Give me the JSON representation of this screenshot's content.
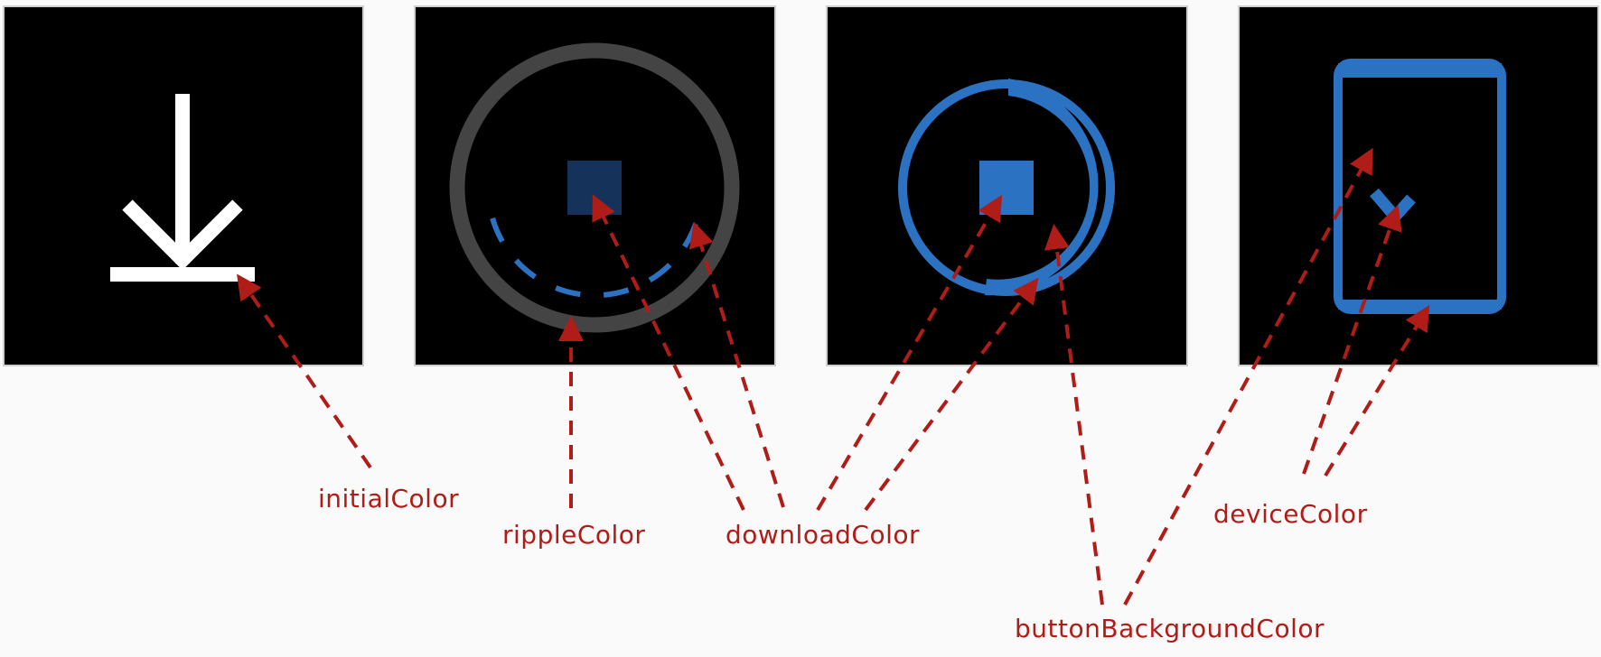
{
  "colors": {
    "panel": "#000000",
    "panel_border": "#cfcfcf",
    "white": "#ffffff",
    "ripple": "#444444",
    "blue": "#2b73c2",
    "dark_blue": "#14325a",
    "annotation": "#b01c17"
  },
  "icons": [
    "download-arrow-icon",
    "ripple-ring-icon",
    "progress-ring-icon",
    "device-check-icon"
  ],
  "labels": {
    "initial": "initialColor",
    "ripple": "rippleColor",
    "download": "downloadColor",
    "button_background": "buttonBackgroundColor",
    "device": "deviceColor"
  }
}
